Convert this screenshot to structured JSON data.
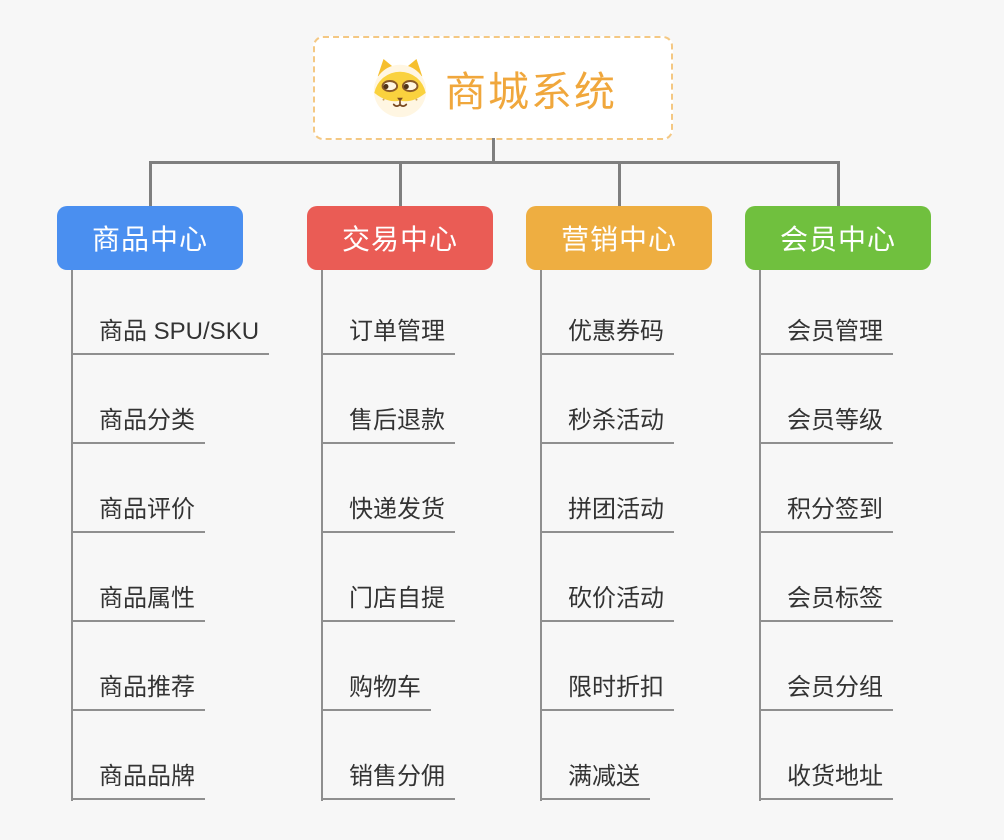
{
  "background": "#f7f7f7",
  "connector_color": "#7f7f7f",
  "root": {
    "title": "商城系统",
    "icon": "dog-icon",
    "title_color": "#f0a73c",
    "border_color": "#f4c883"
  },
  "branches": [
    {
      "label": "商品中心",
      "color": "#4a8ff0",
      "items": [
        "商品 SPU/SKU",
        "商品分类",
        "商品评价",
        "商品属性",
        "商品推荐",
        "商品品牌"
      ]
    },
    {
      "label": "交易中心",
      "color": "#ea5c55",
      "items": [
        "订单管理",
        "售后退款",
        "快递发货",
        "门店自提",
        "购物车",
        "销售分佣"
      ]
    },
    {
      "label": "营销中心",
      "color": "#eeae41",
      "items": [
        "优惠券码",
        "秒杀活动",
        "拼团活动",
        "砍价活动",
        "限时折扣",
        "满减送"
      ]
    },
    {
      "label": "会员中心",
      "color": "#70c03e",
      "items": [
        "会员管理",
        "会员等级",
        "积分签到",
        "会员标签",
        "会员分组",
        "收货地址"
      ]
    }
  ]
}
